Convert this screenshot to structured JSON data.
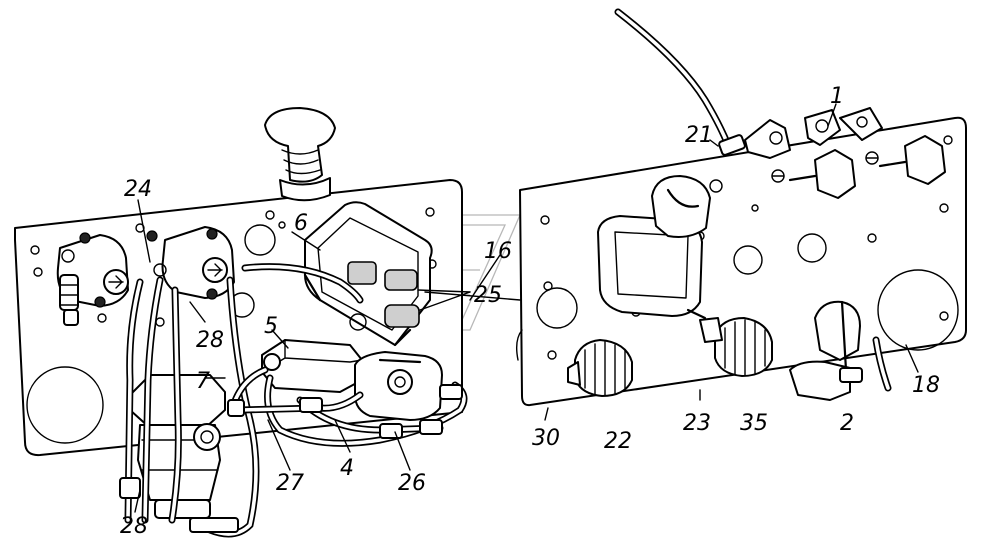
{
  "callouts": [
    {
      "id": "c24",
      "text": "24"
    },
    {
      "id": "c6",
      "text": "6"
    },
    {
      "id": "c16",
      "text": "16"
    },
    {
      "id": "c25",
      "text": "25"
    },
    {
      "id": "c28a",
      "text": "28"
    },
    {
      "id": "c5",
      "text": "5"
    },
    {
      "id": "c7",
      "text": "7"
    },
    {
      "id": "c27",
      "text": "27"
    },
    {
      "id": "c4",
      "text": "4"
    },
    {
      "id": "c26",
      "text": "26"
    },
    {
      "id": "c28b",
      "text": "28"
    },
    {
      "id": "c1",
      "text": "1"
    },
    {
      "id": "c21",
      "text": "21"
    },
    {
      "id": "c18",
      "text": "18"
    },
    {
      "id": "c30",
      "text": "30"
    },
    {
      "id": "c22",
      "text": "22"
    },
    {
      "id": "c23",
      "text": "23"
    },
    {
      "id": "c35",
      "text": "35"
    },
    {
      "id": "c2",
      "text": "2"
    }
  ]
}
